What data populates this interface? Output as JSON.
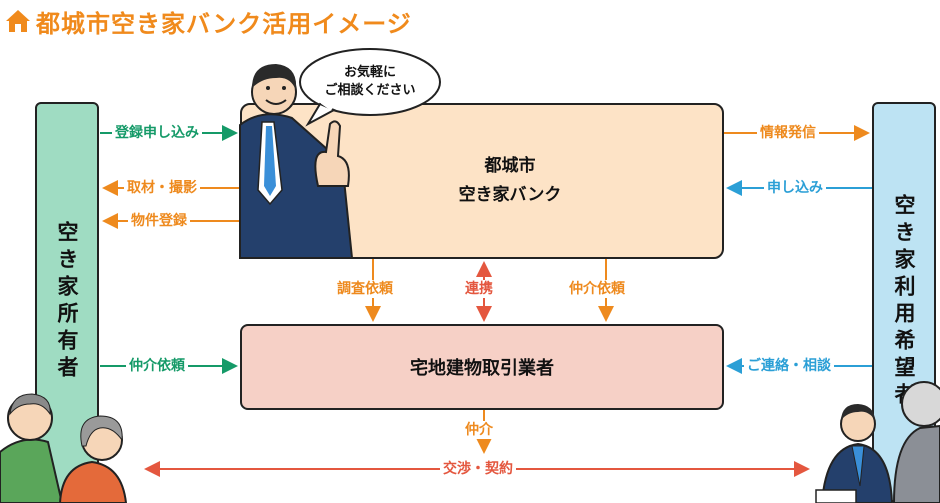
{
  "header": {
    "title": "都城市空き家バンク活用イメージ",
    "icon": "house-icon",
    "color": "#f08a1c"
  },
  "nodes": {
    "owner": "空き家所有者",
    "user": "空き家利用希望者",
    "bank_line1": "都城市",
    "bank_line2": "空き家バンク",
    "agent": "宅地建物取引業者"
  },
  "bubble": {
    "line1": "お気軽に",
    "line2": "ご相談ください"
  },
  "flows": {
    "owner_register": "登録申し込み",
    "bank_interview": "取材・撮影",
    "bank_listing": "物件登録",
    "bank_publish": "情報発信",
    "user_apply": "申し込み",
    "survey_request": "調査依頼",
    "cooperation": "連携",
    "brokerage_request_bank": "仲介依頼",
    "owner_brokerage_request": "仲介依頼",
    "user_contact": "ご連絡・相談",
    "brokerage": "仲介",
    "negotiation": "交渉・契約"
  },
  "colors": {
    "green": "#159a68",
    "orange": "#ee8a1e",
    "blue": "#2b9fd6",
    "red": "#e4573f",
    "owner_fill": "#9fdcc2",
    "user_fill": "#bde3f3",
    "bank_fill": "#fde3c6",
    "agent_fill": "#f6d0c6"
  }
}
